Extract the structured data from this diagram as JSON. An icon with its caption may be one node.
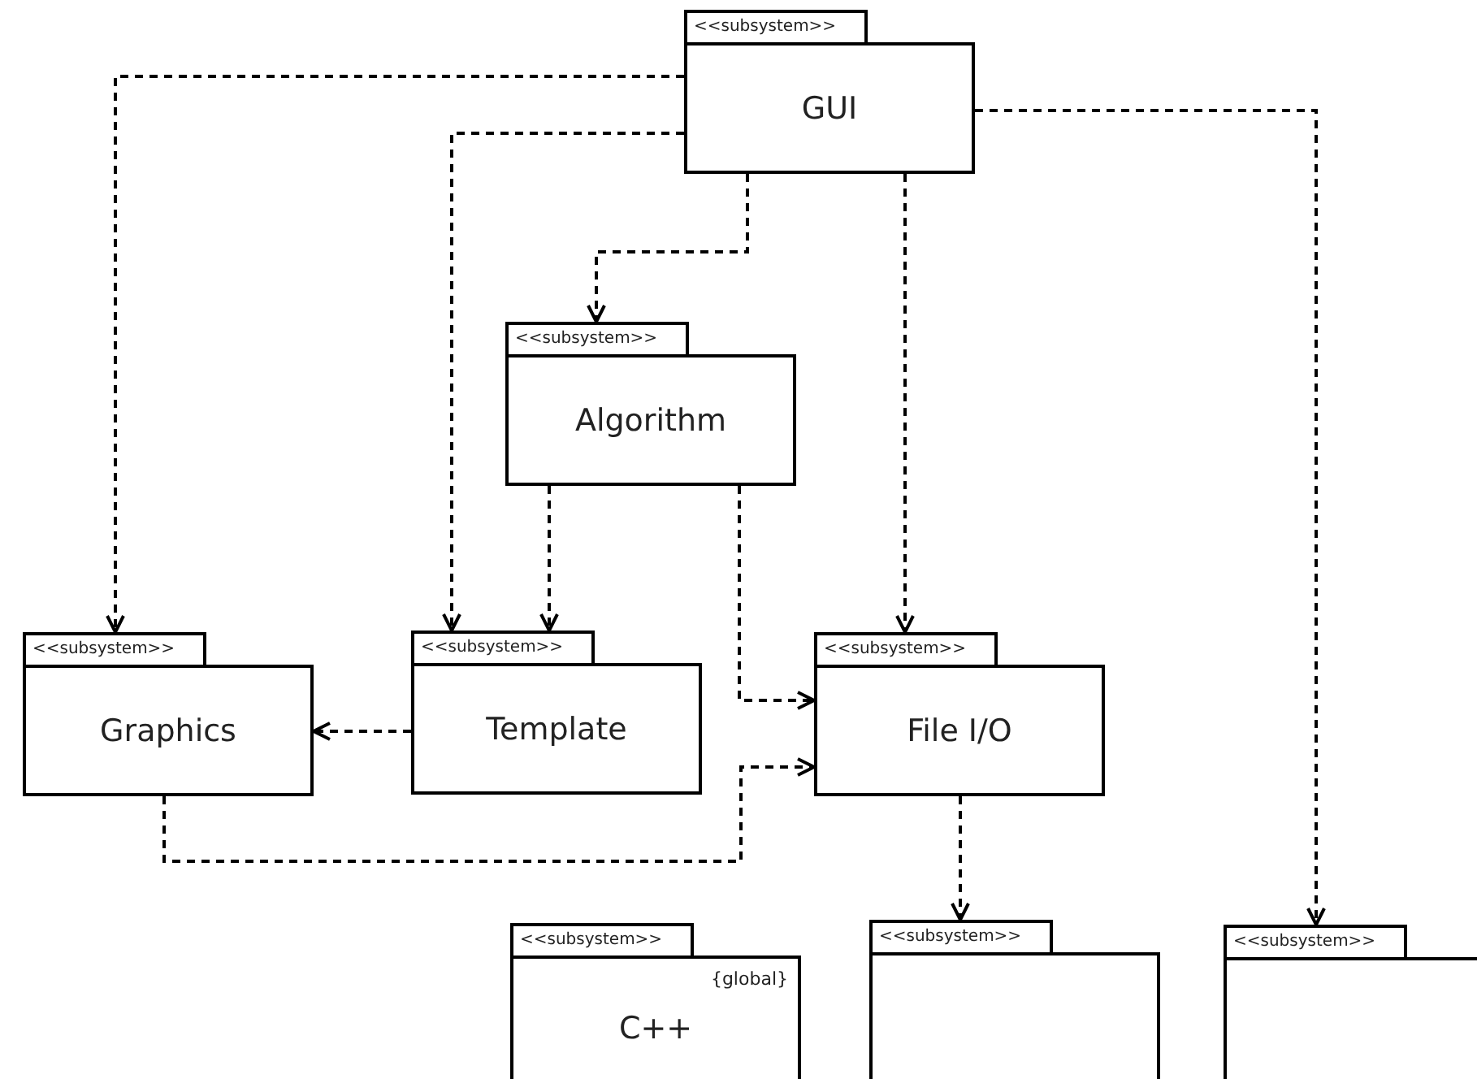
{
  "diagram": {
    "nodes": [
      {
        "text": [
          "<<subsystem>>",
          "GUI"
        ]
      },
      {
        "text": [
          "<<subsystem>>",
          "Algorithm"
        ]
      },
      {
        "text": [
          "<<subsystem>>",
          "Graphics"
        ]
      },
      {
        "text": [
          "<<subsystem>>",
          "Template"
        ]
      },
      {
        "text": [
          "<<subsystem>>",
          "File I/O"
        ]
      },
      {
        "text": [
          "<<subsystem>>",
          "{global}",
          "C++"
        ]
      },
      {
        "text": [
          "<<subsystem>>"
        ]
      },
      {
        "text": [
          "<<subsystem>>"
        ]
      }
    ],
    "edges": [
      {
        "from": 0,
        "to": 2,
        "arrow": "to",
        "style": "dashed"
      },
      {
        "from": 0,
        "to": 3,
        "arrow": "to",
        "style": "dashed"
      },
      {
        "from": 0,
        "to": 1,
        "arrow": "to",
        "style": "dashed"
      },
      {
        "from": 0,
        "to": 4,
        "arrow": "to",
        "style": "dashed"
      },
      {
        "from": 0,
        "to": 7,
        "arrow": "to",
        "style": "dashed"
      },
      {
        "from": 1,
        "to": 3,
        "arrow": "to",
        "style": "dashed"
      },
      {
        "from": 1,
        "to": 4,
        "arrow": "to",
        "style": "dashed"
      },
      {
        "from": 3,
        "to": 2,
        "arrow": "to",
        "style": "dashed"
      },
      {
        "from": 2,
        "to": 4,
        "arrow": "to",
        "style": "dashed"
      },
      {
        "from": 4,
        "to": 6,
        "arrow": "to",
        "style": "dashed"
      }
    ]
  }
}
